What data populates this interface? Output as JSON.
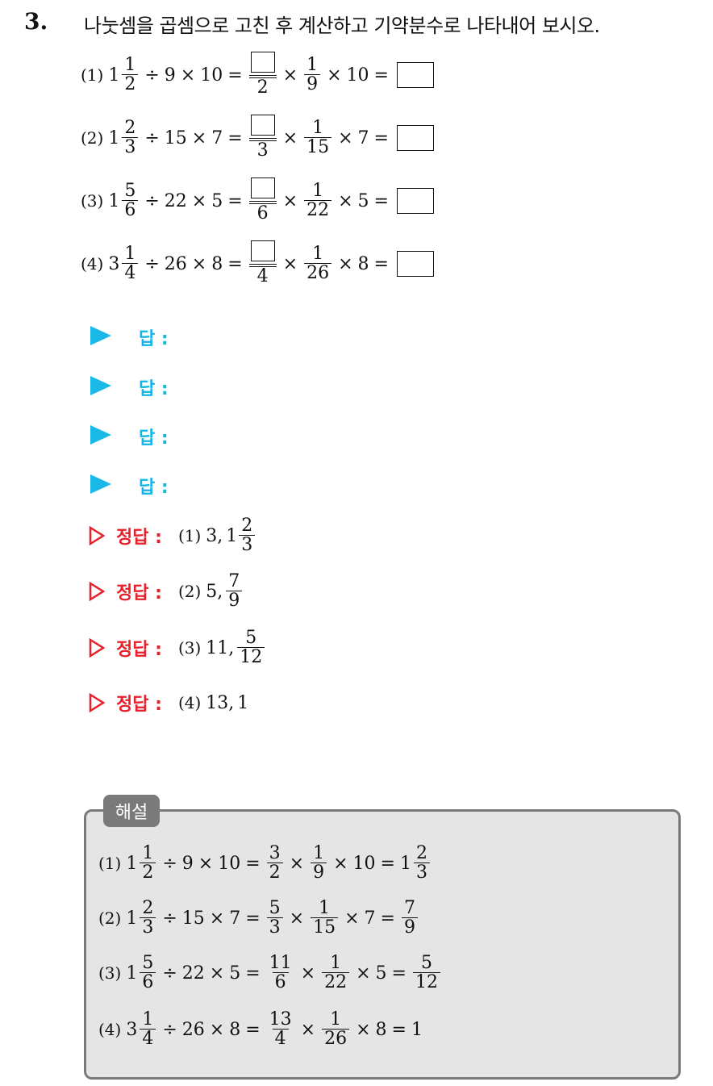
{
  "question": {
    "number": "3.",
    "text": "나눗셈을 곱셈으로 고친 후 계산하고 기약분수로 나타내어 보시오."
  },
  "problems": [
    {
      "label": "(1)",
      "whole": "1",
      "num": "1",
      "den": "2",
      "div": "9",
      "mul": "10",
      "den_box": "2",
      "fac_num": "1",
      "fac_den": "9"
    },
    {
      "label": "(2)",
      "whole": "1",
      "num": "2",
      "den": "3",
      "div": "15",
      "mul": "7",
      "den_box": "3",
      "fac_num": "1",
      "fac_den": "15"
    },
    {
      "label": "(3)",
      "whole": "1",
      "num": "5",
      "den": "6",
      "div": "22",
      "mul": "5",
      "den_box": "6",
      "fac_num": "1",
      "fac_den": "22"
    },
    {
      "label": "(4)",
      "whole": "3",
      "num": "1",
      "den": "4",
      "div": "26",
      "mul": "8",
      "den_box": "4",
      "fac_num": "1",
      "fac_den": "26"
    }
  ],
  "symbols": {
    "div": "÷",
    "mul": "×",
    "eq": "=",
    "comma": ","
  },
  "answer_label": "답 :",
  "correct_label": "정답 :",
  "correct": [
    {
      "label": "(1)",
      "first": "3",
      "whole": "1",
      "num": "2",
      "den": "3"
    },
    {
      "label": "(2)",
      "first": "5",
      "num": "7",
      "den": "9"
    },
    {
      "label": "(3)",
      "first": "11",
      "num": "5",
      "den": "12"
    },
    {
      "label": "(4)",
      "first": "13",
      "last": "1"
    }
  ],
  "explanation_tag": "해설",
  "explanations": [
    {
      "label": "(1)",
      "whole": "1",
      "num": "1",
      "den": "2",
      "div": "9",
      "mul": "10",
      "a_num": "3",
      "a_den": "2",
      "f_num": "1",
      "f_den": "9",
      "r_whole": "1",
      "r_num": "2",
      "r_den": "3"
    },
    {
      "label": "(2)",
      "whole": "1",
      "num": "2",
      "den": "3",
      "div": "15",
      "mul": "7",
      "a_num": "5",
      "a_den": "3",
      "f_num": "1",
      "f_den": "15",
      "r_num": "7",
      "r_den": "9"
    },
    {
      "label": "(3)",
      "whole": "1",
      "num": "5",
      "den": "6",
      "div": "22",
      "mul": "5",
      "a_num": "11",
      "a_den": "6",
      "f_num": "1",
      "f_den": "22",
      "r_num": "5",
      "r_den": "12"
    },
    {
      "label": "(4)",
      "whole": "3",
      "num": "1",
      "den": "4",
      "div": "26",
      "mul": "8",
      "a_num": "13",
      "a_den": "4",
      "f_num": "1",
      "f_den": "26",
      "r_int": "1"
    }
  ],
  "colors": {
    "answer": "#14b5e6",
    "correct": "#e8202a",
    "box_bg": "#e5e5e5",
    "box_border": "#7a7a7a"
  }
}
